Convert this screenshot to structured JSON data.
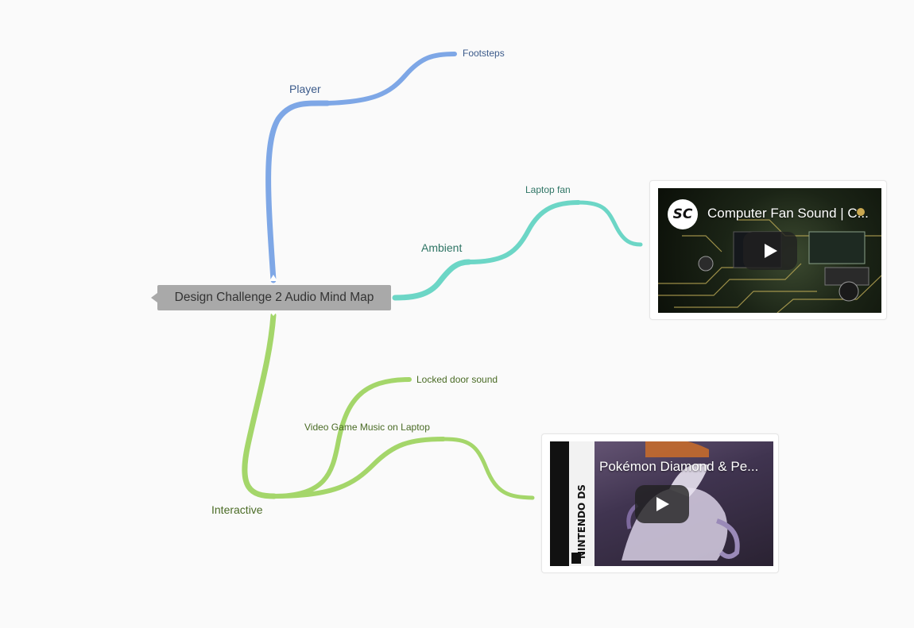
{
  "mindmap": {
    "central_topic": "Design Challenge 2 Audio Mind Map",
    "branches": {
      "player": {
        "label": "Player",
        "color": "#7ea7e6",
        "children": {
          "footsteps": "Footsteps"
        }
      },
      "ambient": {
        "label": "Ambient",
        "color": "#6cd6c6",
        "children": {
          "laptop_fan": "Laptop fan"
        }
      },
      "interactive": {
        "label": "Interactive",
        "color": "#a4d66a",
        "children": {
          "locked_door": "Locked door sound",
          "video_game_music": "Video Game Music on Laptop"
        }
      }
    }
  },
  "videos": {
    "laptop_fan": {
      "title": "Computer Fan Sound | C...",
      "channel_initials": "SC"
    },
    "video_game_music": {
      "title": "Pokémon Diamond & Pe...",
      "side_text": "NINTENDO DS"
    }
  }
}
